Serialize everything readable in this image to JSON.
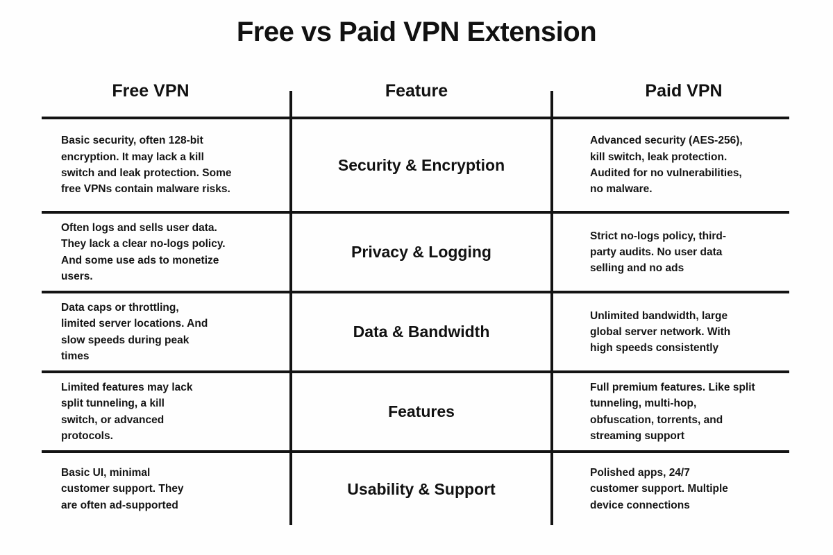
{
  "title": "Free vs Paid VPN Extension",
  "table": {
    "headers": {
      "free": "Free VPN",
      "feature": "Feature",
      "paid": "Paid VPN"
    },
    "rows": [
      {
        "feature": "Security & Encryption",
        "free": "Basic security, often 128-bit\nencryption. It may lack a kill\nswitch and leak protection. Some\nfree VPNs contain malware risks.",
        "paid": "Advanced security (AES-256),\nkill switch, leak protection.\nAudited for no vulnerabilities,\nno malware."
      },
      {
        "feature": "Privacy & Logging",
        "free": "Often logs and sells user data.\nThey lack a clear no-logs policy.\nAnd some use ads to monetize\nusers.",
        "paid": "Strict no-logs policy, third-\nparty audits. No user data\nselling and no ads"
      },
      {
        "feature": "Data & Bandwidth",
        "free": "Data caps or throttling,\nlimited server locations. And\nslow speeds during peak\ntimes",
        "paid": "Unlimited bandwidth, large\nglobal server network. With\nhigh speeds consistently"
      },
      {
        "feature": "Features",
        "free": "Limited features may lack\nsplit tunneling, a kill\nswitch, or advanced\nprotocols.",
        "paid": "Full premium features. Like split\ntunneling, multi-hop,\nobfuscation, torrents, and\nstreaming support"
      },
      {
        "feature": "Usability & Support",
        "free": "Basic UI, minimal\ncustomer support. They\nare often ad-supported",
        "paid": "Polished apps, 24/7\ncustomer support. Multiple\ndevice connections"
      }
    ]
  },
  "colors": {
    "text": "#141414",
    "line": "#131313",
    "background": "#fefefe"
  }
}
